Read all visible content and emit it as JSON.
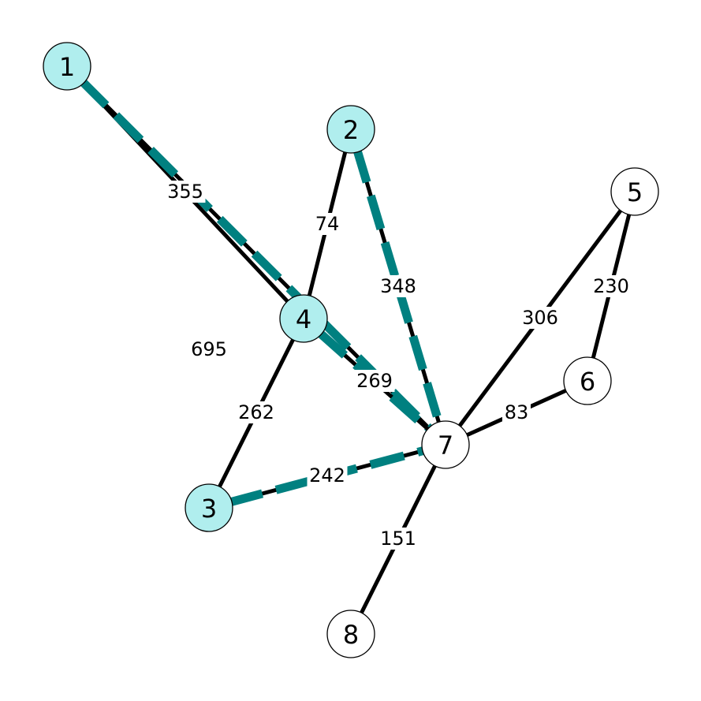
{
  "graph": {
    "colors": {
      "highlight_node": "#b0eeee",
      "plain_node": "#ffffff",
      "edge": "#000000",
      "highlight_edge": "#008080"
    },
    "nodes": [
      {
        "id": "1",
        "label": "1",
        "highlighted": true
      },
      {
        "id": "2",
        "label": "2",
        "highlighted": true
      },
      {
        "id": "3",
        "label": "3",
        "highlighted": true
      },
      {
        "id": "4",
        "label": "4",
        "highlighted": true
      },
      {
        "id": "5",
        "label": "5",
        "highlighted": false
      },
      {
        "id": "6",
        "label": "6",
        "highlighted": false
      },
      {
        "id": "7",
        "label": "7",
        "highlighted": false
      },
      {
        "id": "8",
        "label": "8",
        "highlighted": false
      }
    ],
    "edges": [
      {
        "source": "1",
        "target": "4",
        "weight": "355",
        "highlighted": false
      },
      {
        "source": "1",
        "target": "7",
        "weight": "695",
        "highlighted": true
      },
      {
        "source": "2",
        "target": "4",
        "weight": "74",
        "highlighted": false
      },
      {
        "source": "2",
        "target": "7",
        "weight": "348",
        "highlighted": true
      },
      {
        "source": "4",
        "target": "7",
        "weight": "269",
        "highlighted": true
      },
      {
        "source": "4",
        "target": "3",
        "weight": "262",
        "highlighted": false
      },
      {
        "source": "3",
        "target": "7",
        "weight": "242",
        "highlighted": true
      },
      {
        "source": "5",
        "target": "7",
        "weight": "306",
        "highlighted": false
      },
      {
        "source": "5",
        "target": "6",
        "weight": "230",
        "highlighted": false
      },
      {
        "source": "6",
        "target": "7",
        "weight": "83",
        "highlighted": false
      },
      {
        "source": "7",
        "target": "8",
        "weight": "151",
        "highlighted": false
      }
    ]
  }
}
